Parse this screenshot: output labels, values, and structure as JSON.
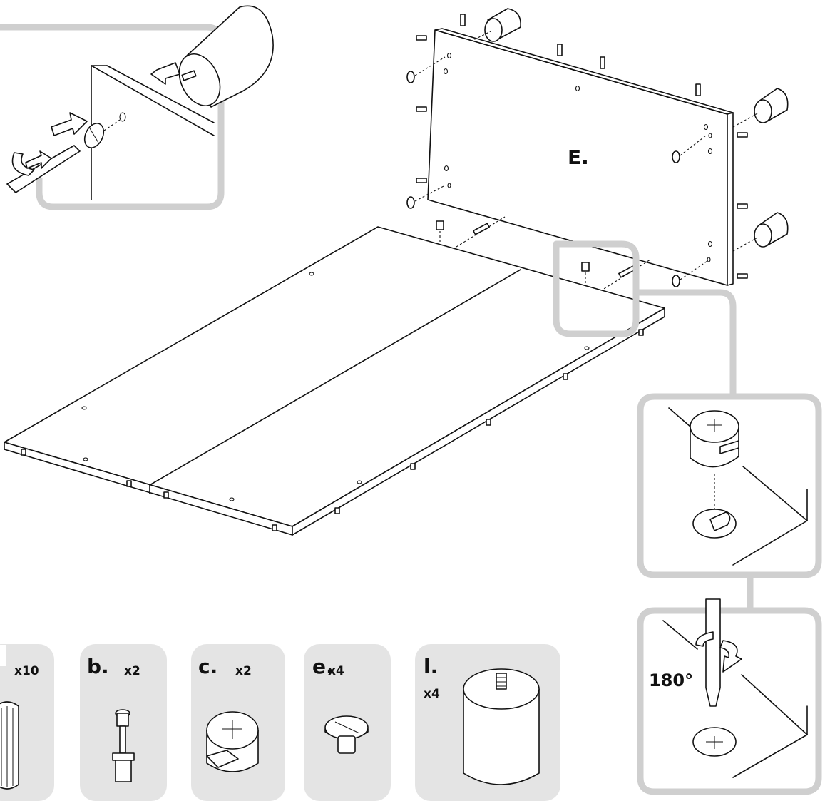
{
  "panel_label": "E.",
  "rotation_label": "180°",
  "parts": [
    {
      "letter": "",
      "qty": "x10"
    },
    {
      "letter": "b.",
      "qty": "x2"
    },
    {
      "letter": "c.",
      "qty": "x2"
    },
    {
      "letter": "e.",
      "qty": "x4"
    },
    {
      "letter": "l.",
      "qty": "x4"
    }
  ]
}
